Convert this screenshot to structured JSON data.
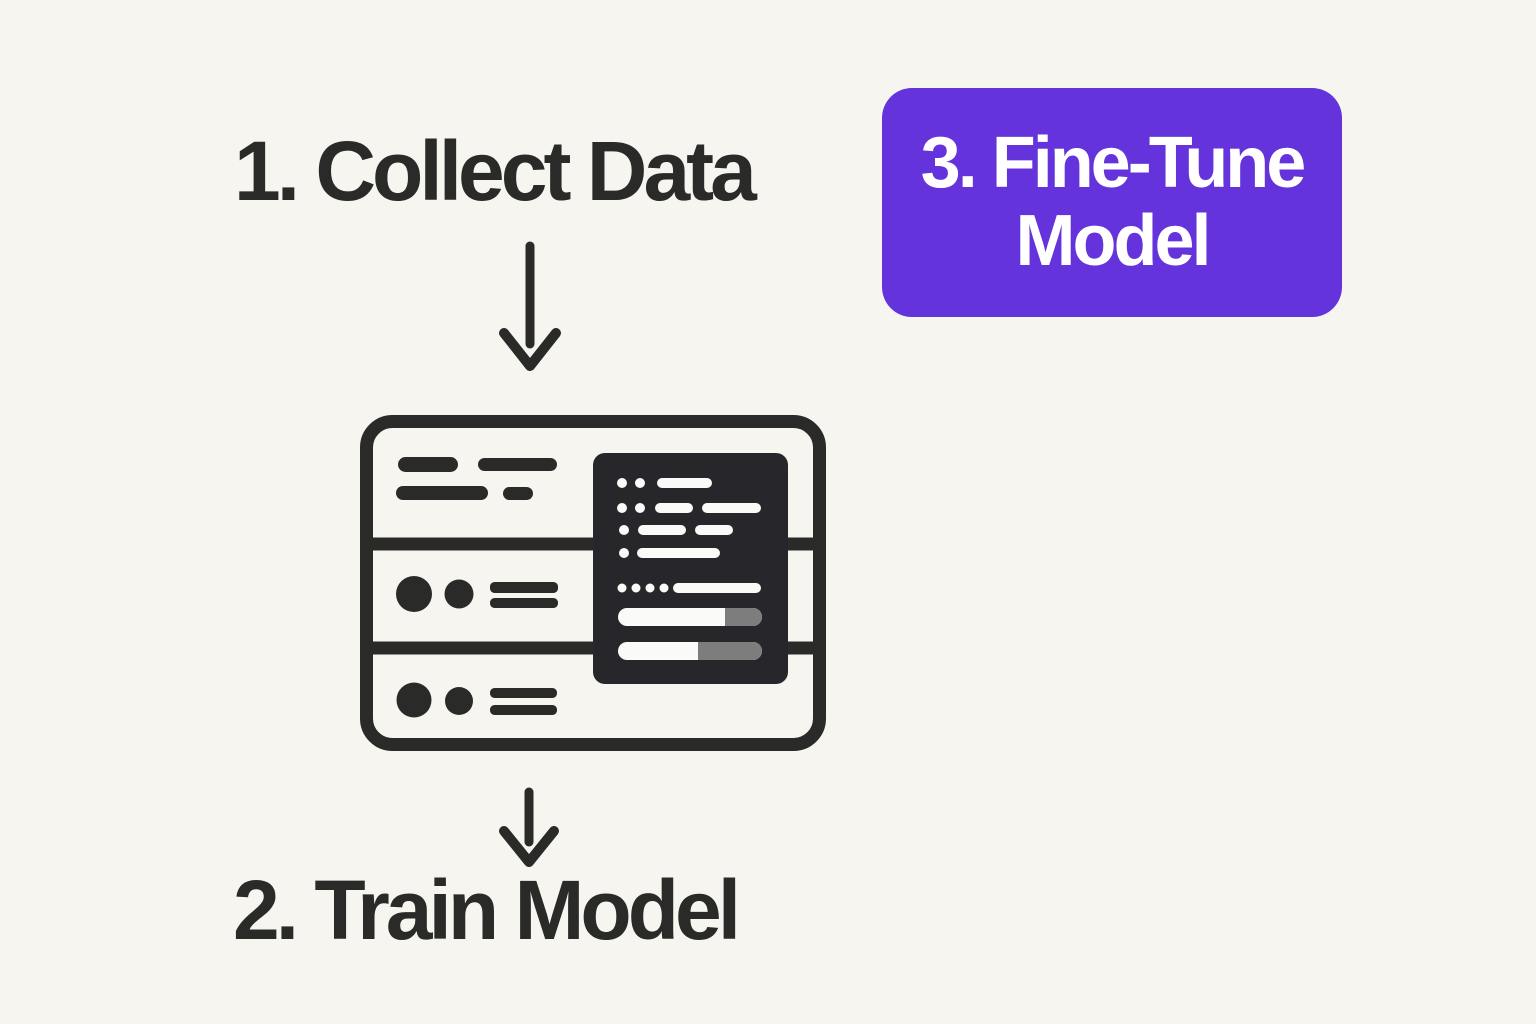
{
  "colors": {
    "background": "#f7f5f0",
    "ink": "#2a2a28",
    "accent_purple": "#6433db",
    "panel_dark": "#27262a",
    "panel_light": "#fafaf8",
    "progress_gray": "#7d7d7d",
    "button_text": "#ffffff"
  },
  "steps": {
    "step1": {
      "label": "1. Collect Data"
    },
    "step2": {
      "label": "2. Train Model"
    },
    "step3": {
      "label": "3. Fine-Tune Model",
      "lines": [
        "3. Fine-Tune",
        "Model"
      ]
    }
  },
  "icons": {
    "arrow_1": "down-arrow",
    "arrow_2": "down-arrow",
    "illustration": "dataset-server-with-code-panel"
  }
}
